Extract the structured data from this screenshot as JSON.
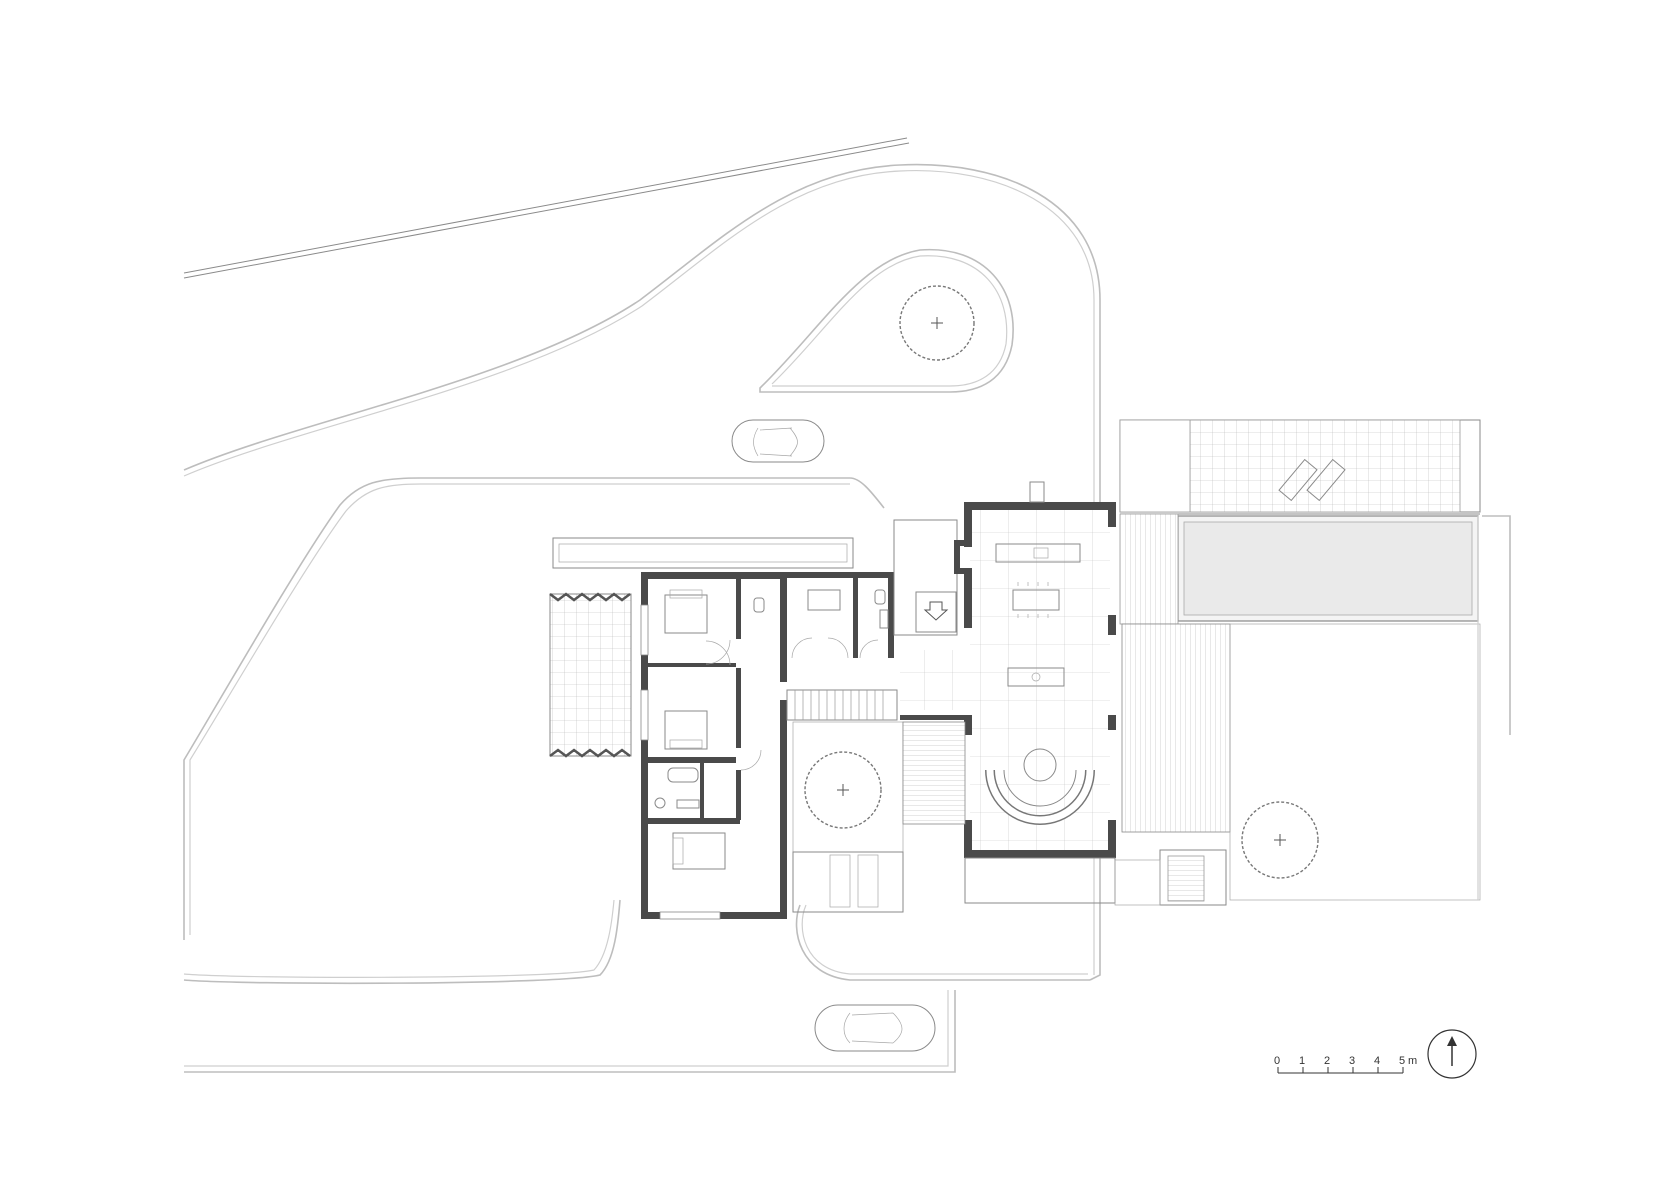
{
  "scale_bar": {
    "ticks": [
      "0",
      "1",
      "2",
      "3",
      "4",
      "5"
    ],
    "unit": "m"
  },
  "north_arrow": {
    "icon": "north-arrow-icon"
  },
  "colors": {
    "walls": "#4a4a4a",
    "site_lines": "#bdbdbd",
    "background": "#ffffff"
  }
}
